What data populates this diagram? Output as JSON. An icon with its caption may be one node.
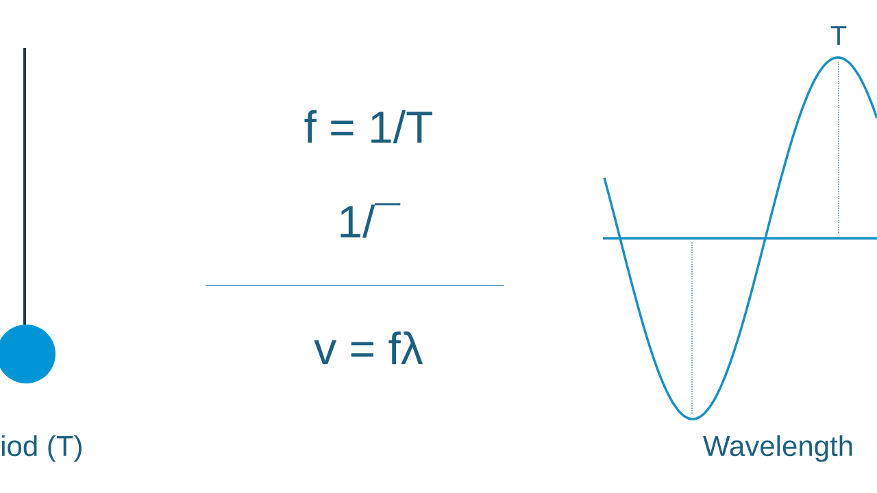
{
  "diagram": {
    "labels": [
      "iod (T)",
      "f = 1/T",
      "1/¯",
      "v = fλ",
      "T",
      "Wavelength"
    ]
  }
}
